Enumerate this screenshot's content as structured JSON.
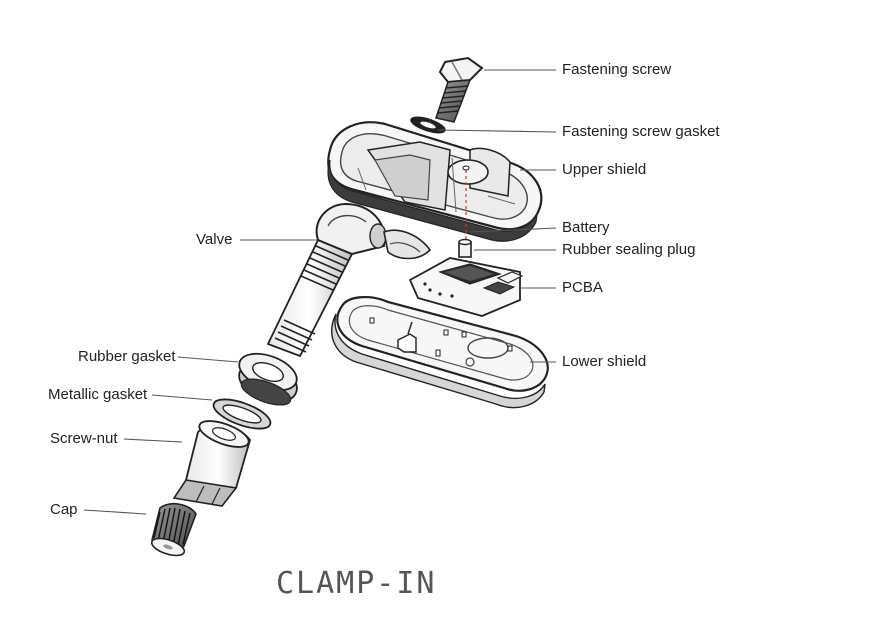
{
  "diagram": {
    "caption": "CLAMP-IN",
    "colors": {
      "outline": "#222222",
      "shadow": "#8a8a8a",
      "body": "#f2f2f2",
      "leader": "#555555",
      "guide": "#d23a3a"
    },
    "labels": {
      "fastening_screw": "Fastening screw",
      "fastening_screw_gasket": "Fastening screw gasket",
      "upper_shield": "Upper shield",
      "battery": "Battery",
      "rubber_sealing_plug": "Rubber sealing plug",
      "pcba": "PCBA",
      "lower_shield": "Lower shield",
      "valve": "Valve",
      "rubber_gasket": "Rubber gasket",
      "metallic_gasket": "Metallic gasket",
      "screw_nut": "Screw-nut",
      "cap": "Cap"
    }
  }
}
